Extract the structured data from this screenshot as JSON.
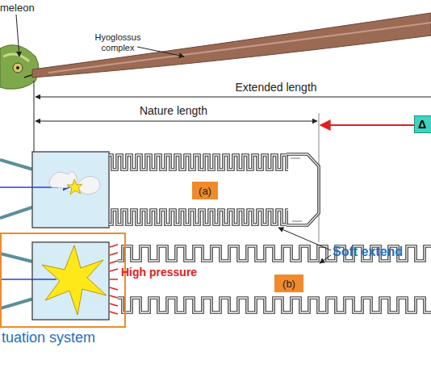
{
  "diagram": {
    "nodes": [
      {
        "text": [
          "Δ"
        ]
      },
      {
        "text": [
          "(a)"
        ]
      },
      {
        "text": [
          "tuation system"
        ]
      },
      {
        "text": [
          "(b)"
        ]
      }
    ],
    "labels": [
      "meleon",
      "Hyoglossus complex",
      "Extended length",
      "Nature length",
      "Soft extend",
      "High pressure"
    ]
  }
}
